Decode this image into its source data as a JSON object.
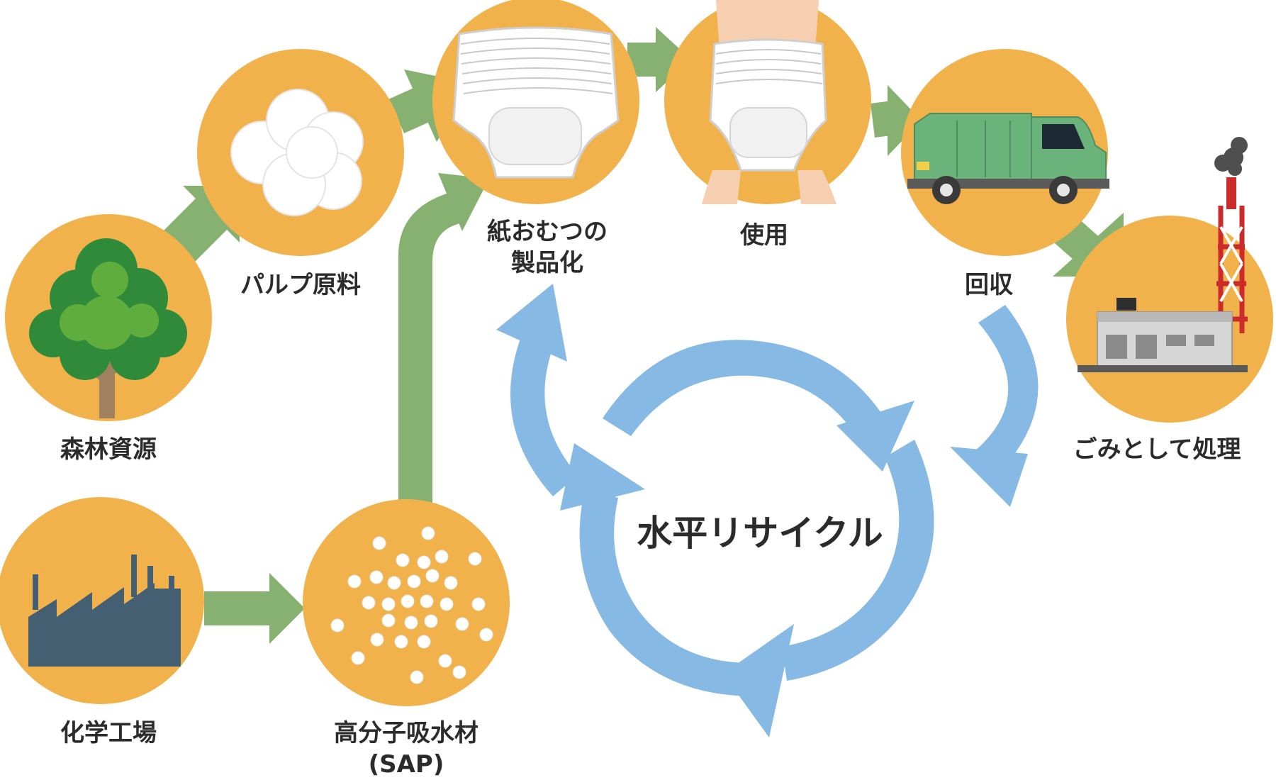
{
  "nodes": {
    "forest": "森林資源",
    "pulp": "パルプ原料",
    "diaper_product_line1": "紙おむつの",
    "diaper_product_line2": "製品化",
    "usage": "使用",
    "collection": "回収",
    "disposal": "ごみとして処理",
    "factory": "化学工場",
    "sap_line1": "高分子吸水材",
    "sap_line2": "(SAP)"
  },
  "center": {
    "title": "水平リサイクル"
  },
  "icons": {
    "forest": "tree-icon",
    "pulp": "cotton-balls-icon",
    "diaper": "diaper-icon",
    "usage": "worn-diaper-icon",
    "collection": "garbage-truck-icon",
    "disposal": "incinerator-plant-icon",
    "factory": "factory-icon",
    "sap": "sap-beads-icon"
  },
  "colors": {
    "circle": "#f2b24b",
    "flow_arrow": "#86b171",
    "recycle_arrow": "#86b9e3",
    "text": "#2b2b2b"
  }
}
